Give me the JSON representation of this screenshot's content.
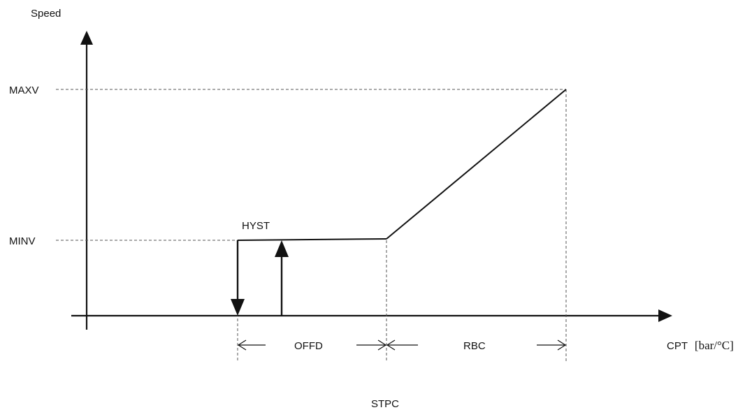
{
  "axes": {
    "y_label": "Speed",
    "x_label_main": "CPT",
    "x_label_unit": "[bar/°C]"
  },
  "levels": {
    "max": "MAXV",
    "min": "MINV"
  },
  "annotations": {
    "hysteresis": "HYST",
    "off_band": "OFFD",
    "regulation_band": "RBC",
    "setpoint": "STPC"
  },
  "colors": {
    "line": "#111111",
    "dashed": "#555555",
    "background": "#ffffff"
  }
}
